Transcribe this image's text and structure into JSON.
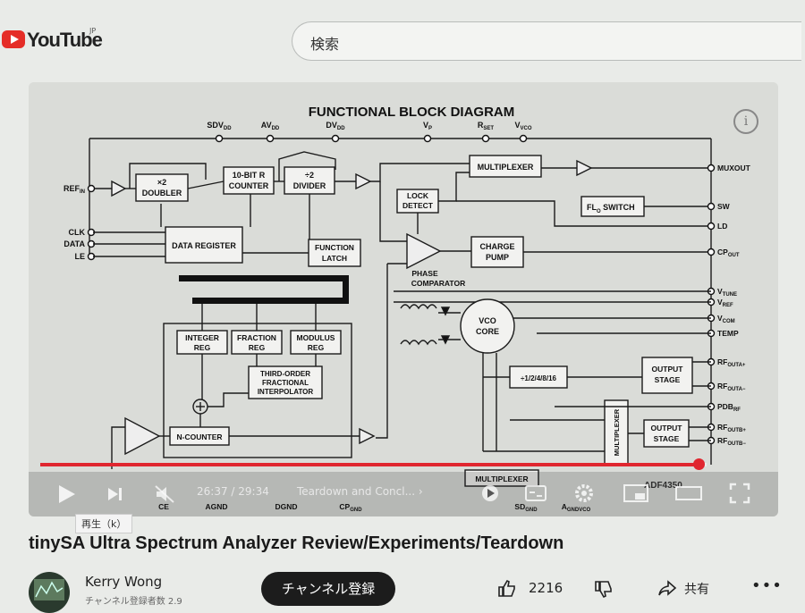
{
  "header": {
    "logo_text": "YouTube",
    "region_code": "JP",
    "search_placeholder": "検索"
  },
  "diagram": {
    "title": "FUNCTIONAL BLOCK DIAGRAM",
    "pins_top": [
      "SDV",
      "AV",
      "DV",
      "V",
      "R",
      "V"
    ],
    "pins_top_sub": [
      "DD",
      "DD",
      "DD",
      "P",
      "SET",
      "VCO"
    ],
    "pins_left": [
      "REF",
      "CLK",
      "DATA",
      "LE"
    ],
    "pins_right": [
      "MUXOUT",
      "SW",
      "LD",
      "CP",
      "V",
      "V",
      "V",
      "TEMP",
      "RF",
      "RF",
      "PDB",
      "RF",
      "RF"
    ],
    "pins_right_sub": [
      "",
      "",
      "",
      "OUT",
      "TUNE",
      "REF",
      "COM",
      "",
      "OUTA+",
      "OUTA−",
      "RF",
      "OUTB+",
      "OUTB−"
    ],
    "pins_bottom": [
      "CE",
      "AGND",
      "DGND",
      "CP",
      "SD",
      "A"
    ],
    "pins_bottom_sub": [
      "",
      "",
      "",
      "GND",
      "GND",
      "GNDVCO"
    ],
    "blocks": {
      "doubler": [
        "×2",
        "DOUBLER"
      ],
      "r_counter": [
        "10-BIT R",
        "COUNTER"
      ],
      "divider": [
        "÷2",
        "DIVIDER"
      ],
      "multiplexer_top": "MULTIPLEXER",
      "lock_detect": [
        "LOCK",
        "DETECT"
      ],
      "fl_switch": "FL",
      "fl_switch_sub": "O",
      "fl_switch_suffix": " SWITCH",
      "data_register": "DATA REGISTER",
      "function_latch": [
        "FUNCTION",
        "LATCH"
      ],
      "charge_pump": [
        "CHARGE",
        "PUMP"
      ],
      "phase_comparator": [
        "PHASE",
        "COMPARATOR"
      ],
      "vco_core": [
        "VCO",
        "CORE"
      ],
      "integer_reg": [
        "INTEGER",
        "REG"
      ],
      "fraction_reg": [
        "FRACTION",
        "REG"
      ],
      "modulus_reg": [
        "MODULUS",
        "REG"
      ],
      "interpolator": [
        "THIRD-ORDER",
        "FRACTIONAL",
        "INTERPOLATOR"
      ],
      "n_counter": "N-COUNTER",
      "divider_ratio": "÷1/2/4/8/16",
      "output_stage_a": [
        "OUTPUT",
        "STAGE"
      ],
      "output_stage_b": [
        "OUTPUT",
        "STAGE"
      ],
      "multiplexer_side": "MULTIPLEXER",
      "multiplexer_bottom": "MULTIPLEXER",
      "part_number": "ADF4350"
    }
  },
  "player": {
    "time_current": "26:37",
    "time_total": "29:34",
    "chapter": "Teardown and Concl...",
    "progress": 0.988,
    "tooltip": "再生（k）"
  },
  "video": {
    "title": "tinySA Ultra Spectrum Analyzer Review/Experiments/Teardown",
    "channel_name": "Kerry Wong",
    "subscriber_text": "チャンネル登録者数 2.9",
    "subscribe_label": "チャンネル登録",
    "like_count": "2216",
    "share_label": "共有"
  },
  "colors": {
    "accent": "#e0262f",
    "subscribe_bg": "#1c1c1c"
  }
}
